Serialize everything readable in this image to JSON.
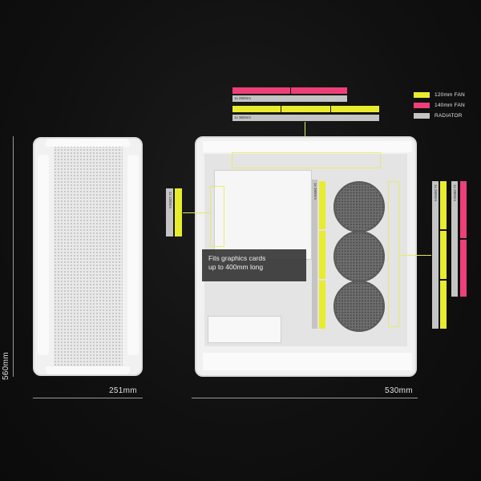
{
  "colors": {
    "fan120": "#e9ec2c",
    "fan140": "#ee3f78",
    "radiator": "#c4c4c4",
    "background": "#121212",
    "case": "#f1f1f1"
  },
  "legend": [
    {
      "label": "120mm FAN",
      "color_key": "fan120"
    },
    {
      "label": "140mm FAN",
      "color_key": "fan140"
    },
    {
      "label": "RADIATOR",
      "color_key": "radiator"
    }
  ],
  "top_mounts": {
    "fan140_row": {
      "count": 2
    },
    "radiator_280": {
      "label": "1x 280mm"
    },
    "fan120_row": {
      "count": 3
    },
    "radiator_360": {
      "label": "1x 360mm"
    }
  },
  "rear_mount": {
    "radiator_label": "1x 120mm"
  },
  "front_mounts": {
    "radiator_360": {
      "label": "1x 360mm"
    },
    "radiator_280": {
      "label": "1x 280mm"
    }
  },
  "side_mount": {
    "radiator_label": "1x 360mm"
  },
  "gpu_callout": {
    "line1": "Fits graphics cards",
    "line2": "up to 400mm long"
  },
  "dimensions": {
    "height": "560mm",
    "width": "251mm",
    "length": "530mm"
  }
}
